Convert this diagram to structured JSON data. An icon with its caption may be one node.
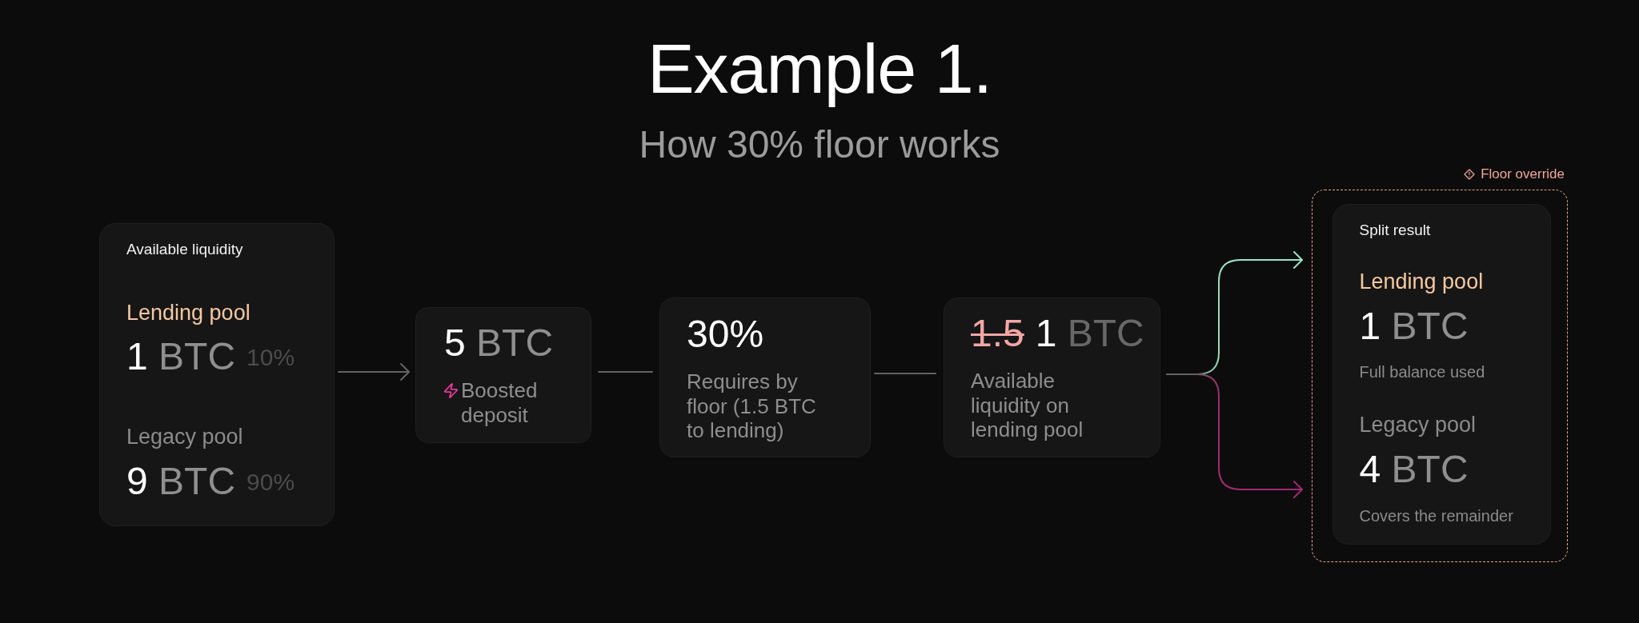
{
  "diagram": {
    "title": "Example 1.",
    "nodes": [
      {
        "text": [
          "Available liquidity",
          "Lending pool",
          "1 BTC",
          "10%",
          "Legacy pool",
          "9 BTC",
          "90%"
        ]
      },
      {
        "text": [
          "5 BTC",
          "Boosted deposit"
        ]
      },
      {
        "text": [
          "30%",
          "Requires by floor (1.5 BTC to lending)"
        ]
      },
      {
        "text": [
          "1.5",
          "1 BTC",
          "Available liquidity on lending pool"
        ]
      },
      {
        "text": [
          "Floor override"
        ]
      },
      {
        "text": [
          "Split result",
          "Lending pool",
          "1 BTC",
          "Full balance used",
          "Legacy pool",
          "4 BTC",
          "Covers the remainder"
        ],
        "in": 4
      }
    ],
    "edges": [
      {
        "from": 0,
        "to": 1,
        "arrow": "to"
      },
      {
        "from": 1,
        "to": 2,
        "arrow": "none"
      },
      {
        "from": 2,
        "to": 3,
        "arrow": "none"
      },
      {
        "from": 3,
        "to": 4,
        "arrow": "to",
        "color": "#9be3c3"
      },
      {
        "from": 3,
        "to": 4,
        "arrow": "to",
        "color": "#a12a72"
      }
    ],
    "labels": [
      "How 30% floor works"
    ]
  }
}
